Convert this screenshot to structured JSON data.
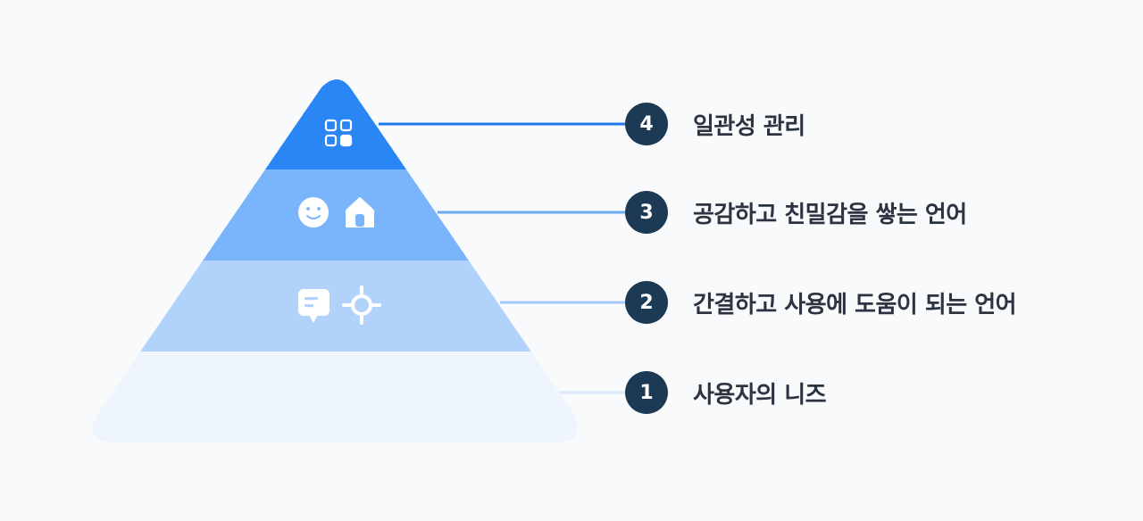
{
  "levels": [
    {
      "number": "1",
      "label": "사용자의 니즈",
      "fill": "#eef5fd",
      "line": "#dbe8f8",
      "icons": []
    },
    {
      "number": "2",
      "label": "간결하고 사용에 도움이 되는 언어",
      "fill": "#b1d3fb",
      "line": "#a3c8f4",
      "icons": [
        "message-icon",
        "target-icon"
      ]
    },
    {
      "number": "3",
      "label": "공감하고 친밀감을 쌓는 언어",
      "fill": "#7ab5fb",
      "line": "#6ba9f2",
      "icons": [
        "smile-icon",
        "home-icon"
      ]
    },
    {
      "number": "4",
      "label": "일관성 관리",
      "fill": "#2a86f5",
      "line": "#1e78e6",
      "icons": [
        "grid-icon"
      ]
    }
  ],
  "colors": {
    "badge": "#1d3a55",
    "label_text": "#2b3440",
    "background": "#f8fafc"
  }
}
